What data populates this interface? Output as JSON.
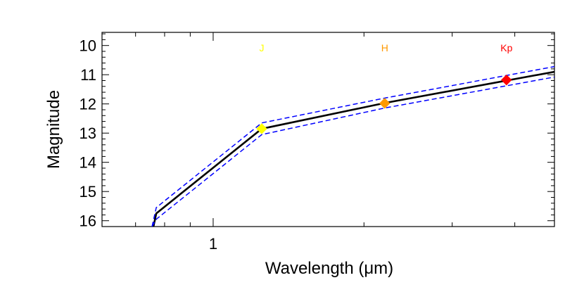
{
  "chart_data": {
    "type": "line",
    "xlabel": "Wavelength (μm)",
    "ylabel": "Magnitude",
    "x_scale": "log",
    "xlim": [
      0.6,
      4.8
    ],
    "ylim": [
      16.2,
      9.55
    ],
    "y_inverted": true,
    "x_ticks": [
      {
        "value": 1,
        "label": "1"
      }
    ],
    "x_minor_ticks": [
      0.7,
      0.8,
      0.9,
      2,
      3,
      4
    ],
    "y_ticks": [
      {
        "value": 10,
        "label": "10"
      },
      {
        "value": 11,
        "label": "11"
      },
      {
        "value": 12,
        "label": "12"
      },
      {
        "value": 13,
        "label": "13"
      },
      {
        "value": 14,
        "label": "14"
      },
      {
        "value": 15,
        "label": "15"
      },
      {
        "value": 16,
        "label": "16"
      }
    ],
    "grid": false,
    "series": [
      {
        "style": "solid",
        "color": "#000000",
        "x": [
          0.76,
          0.77,
          1.25,
          2.2,
          4.8
        ],
        "y": [
          16.2,
          15.75,
          12.85,
          11.97,
          10.9
        ]
      },
      {
        "style": "dashed",
        "color": "#0000ff",
        "x": [
          0.755,
          0.77,
          1.25,
          2.2,
          4.8
        ],
        "y": [
          16.2,
          15.55,
          12.65,
          11.8,
          10.72
        ]
      },
      {
        "style": "dashed",
        "color": "#0000ff",
        "x": [
          0.755,
          0.77,
          1.25,
          2.2,
          4.8
        ],
        "y": [
          16.2,
          15.95,
          13.05,
          12.14,
          11.08
        ]
      }
    ],
    "points": [
      {
        "label": "J",
        "x": 1.25,
        "y": 12.85,
        "color": "#ffff00",
        "label_y": 10.2
      },
      {
        "label": "H",
        "x": 2.2,
        "y": 11.98,
        "color": "#ff9900",
        "label_y": 10.2
      },
      {
        "label": "Kp",
        "x": 3.85,
        "y": 11.18,
        "color": "#ff0000",
        "label_y": 10.2
      }
    ]
  }
}
